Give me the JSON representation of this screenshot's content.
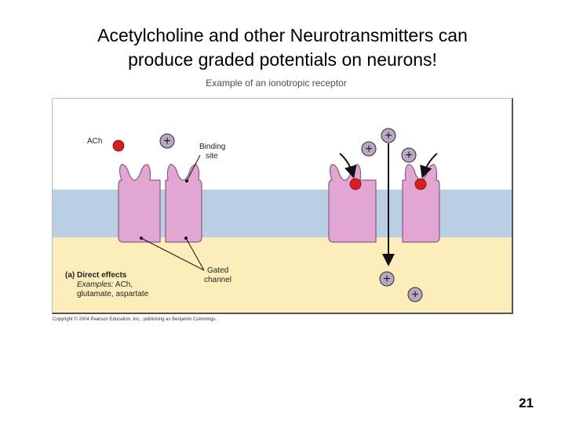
{
  "slide": {
    "title_line1": "Acetylcholine and other Neurotransmitters can",
    "title_line2": "produce graded potentials on neurons!",
    "subtitle": "Example of an ionotropic receptor",
    "copyright": "Copyright © 2004 Pearson Education, Inc., publishing as Benjamin Cummings.",
    "slide_number": "21"
  },
  "figure": {
    "labels": {
      "ach": "ACh",
      "binding_line1": "Binding",
      "binding_line2": "site",
      "gated_line1": "Gated",
      "gated_line2": "channel",
      "plus": "+"
    },
    "panel": {
      "heading": "(a) Direct effects",
      "examples_prefix": "Examples:",
      "examples_line1_rest": " ACh,",
      "examples_line2": "glutamate, aspartate"
    },
    "colors": {
      "extracellular": "#ffffff",
      "membrane": "#b9cfe4",
      "cytoplasm": "#fbeebb",
      "receptor": "#e2a6d2",
      "receptor_outline": "#8a5a86",
      "ach_ball": "#d81e1e",
      "ion": "#b8a8c6"
    }
  }
}
